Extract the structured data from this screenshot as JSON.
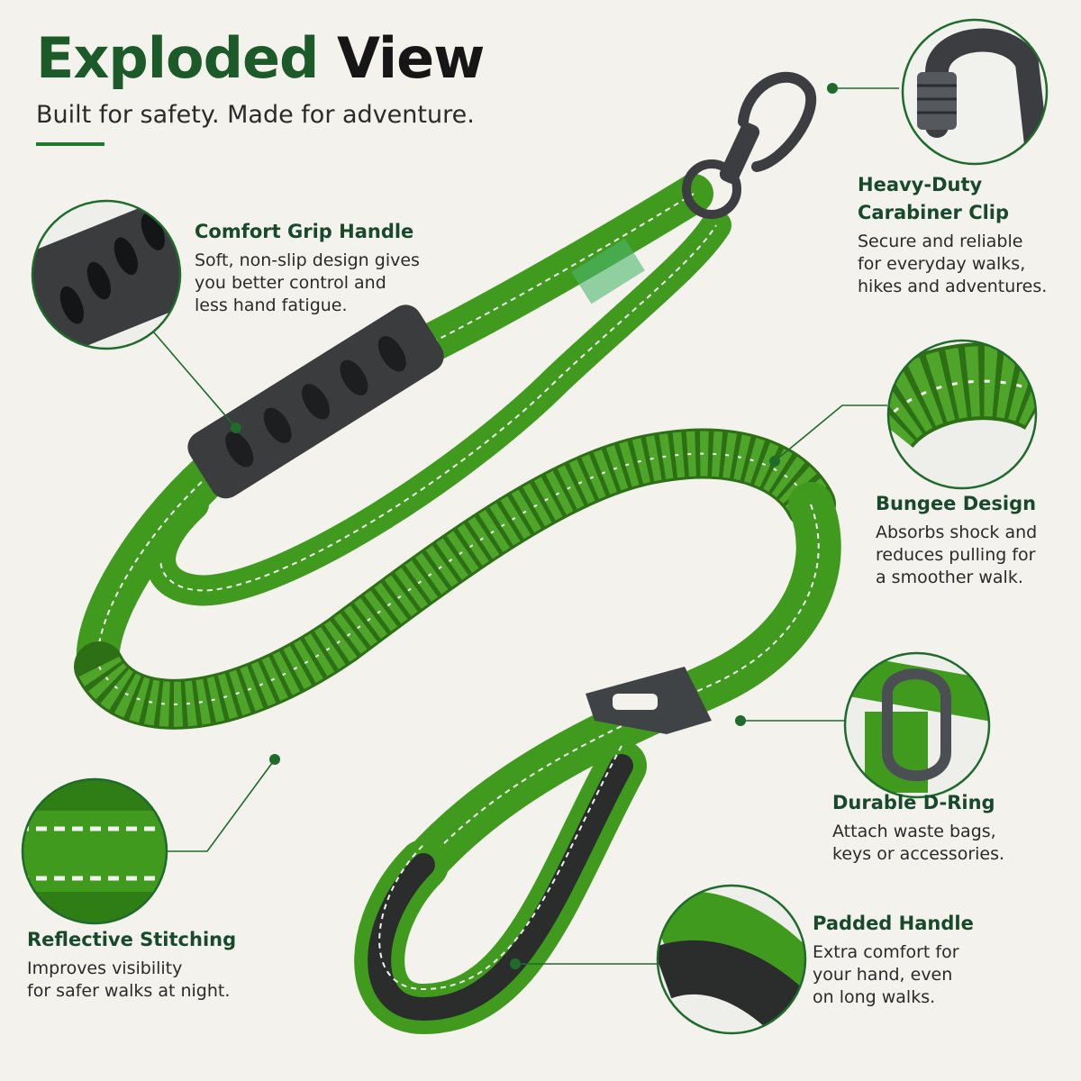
{
  "header": {
    "title_part1": "Exploded",
    "title_part2": "View",
    "subtitle": "Built for safety. Made for adventure."
  },
  "features": {
    "comfort_grip": {
      "title": "Comfort Grip Handle",
      "desc_lines": [
        "Soft, non-slip design gives",
        "you better control and",
        "less hand fatigue."
      ]
    },
    "carabiner": {
      "title_lines": [
        "Heavy-Duty",
        "Carabiner Clip"
      ],
      "desc_lines": [
        "Secure and reliable",
        "for everyday walks,",
        "hikes and adventures."
      ]
    },
    "bungee": {
      "title": "Bungee Design",
      "desc_lines": [
        "Absorbs shock and",
        "reduces pulling for",
        "a smoother walk."
      ]
    },
    "d_ring": {
      "title": "Durable D-Ring",
      "desc_lines": [
        "Attach waste bags,",
        "keys or accessories."
      ]
    },
    "reflective": {
      "title": "Reflective Stitching",
      "desc_lines": [
        "Improves visibility",
        "for safer walks at night."
      ]
    },
    "padded": {
      "title": "Padded Handle",
      "desc_lines": [
        "Extra comfort for",
        "your hand, even",
        "on long walks."
      ]
    }
  },
  "colors": {
    "background": "#f4f2ec",
    "brand_green": "#1c5a2a",
    "leash_green": "#3f9a1e",
    "leash_dark": "#2c6f14",
    "hardware": "#3b3d40",
    "stitch": "#f2f2f2"
  }
}
